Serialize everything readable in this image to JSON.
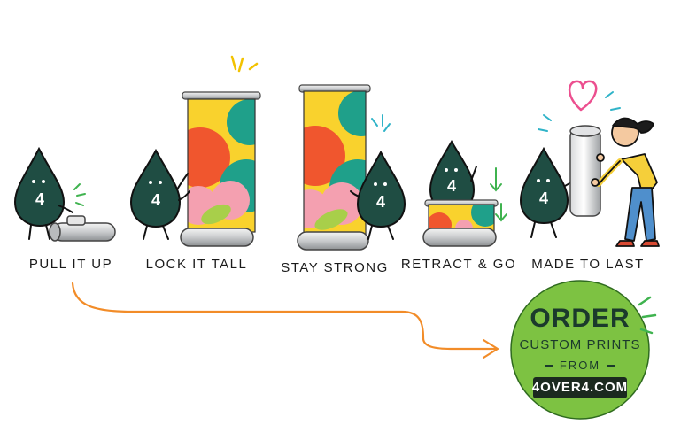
{
  "steps": [
    {
      "label": "PULL IT UP"
    },
    {
      "label": "LOCK IT TALL"
    },
    {
      "label": "STAY STRONG"
    },
    {
      "label": "RETRACT & GO"
    },
    {
      "label": "MADE TO LAST"
    }
  ],
  "mascot": {
    "badge": "4"
  },
  "cta": {
    "line1": "ORDER",
    "line2": "CUSTOM PRINTS",
    "line3": "FROM",
    "site": "4OVER4.COM"
  },
  "colors": {
    "mascot": "#1f4d43",
    "cta_green": "#7dc242",
    "arrow": "#f28c28",
    "banner_yellow": "#f9d22d",
    "banner_teal": "#1fa08a",
    "banner_orange": "#f0562e",
    "banner_pink": "#f4a0b0",
    "banner_leaf": "#a8cf4a",
    "heart": "#ec4f8f",
    "person_shirt": "#f5cf3a",
    "person_pants": "#4f8fcc"
  }
}
